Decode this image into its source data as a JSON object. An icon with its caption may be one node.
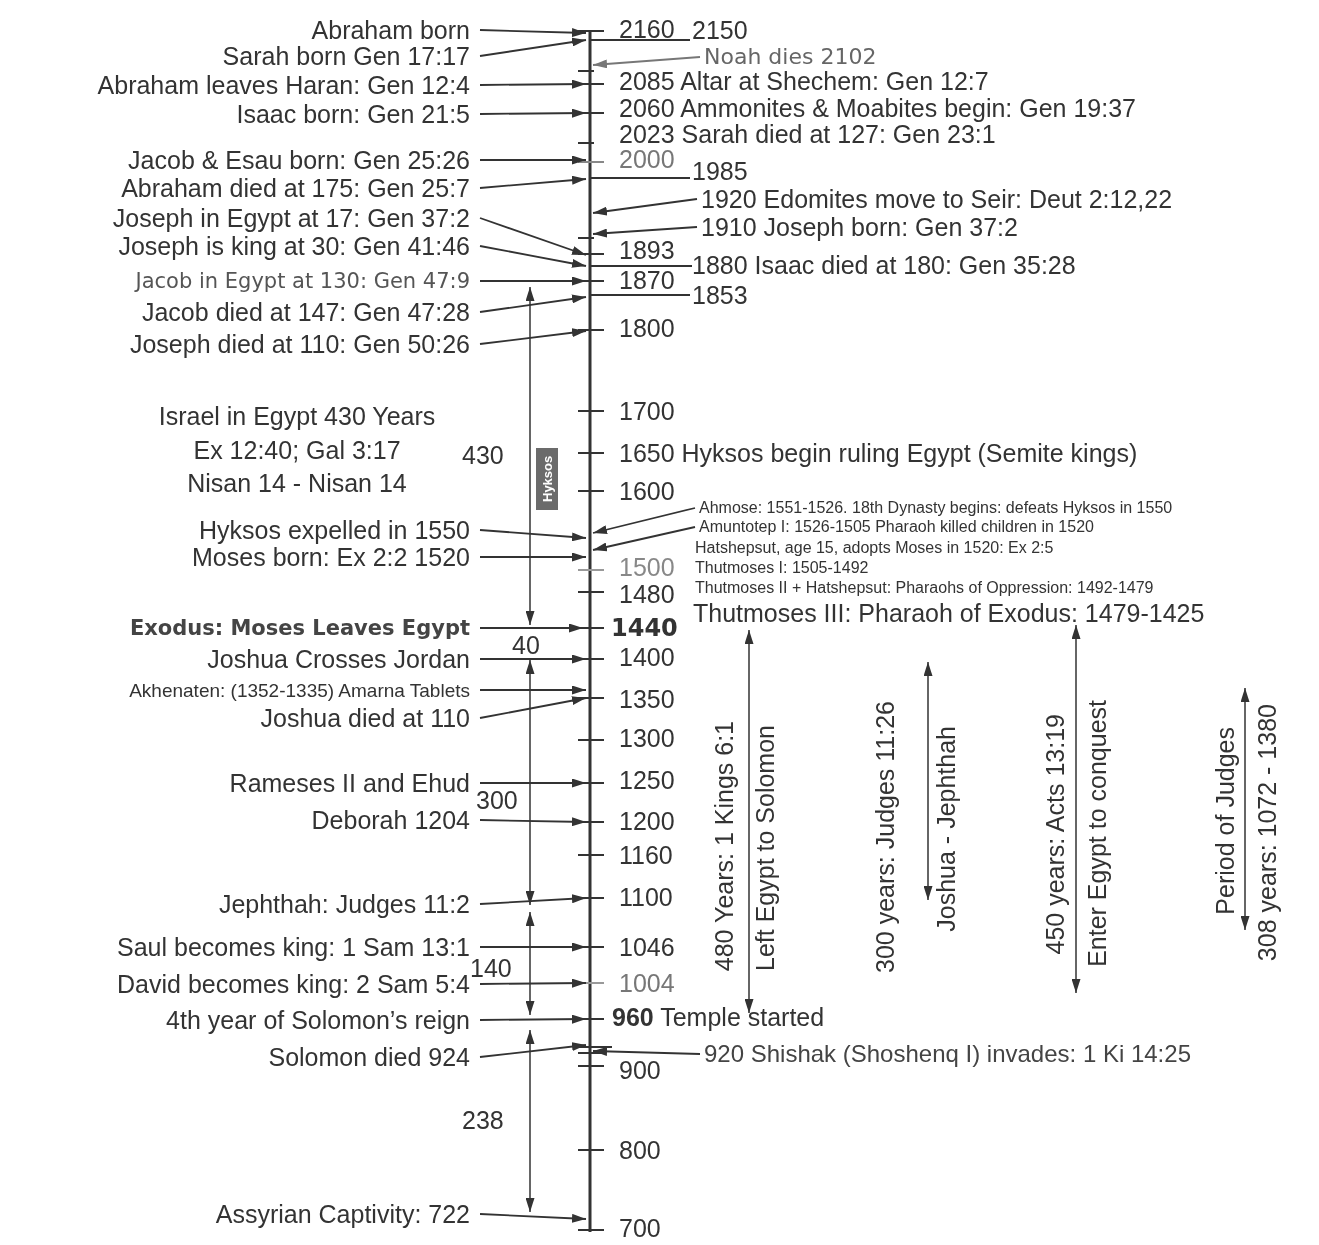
{
  "diagram": {
    "nodes": [
      {
        "text": [
          "Abraham born"
        ]
      },
      {
        "text": [
          "Sarah born Gen 17:17"
        ]
      },
      {
        "text": [
          "Abraham leaves Haran: Gen 12:4"
        ]
      },
      {
        "text": [
          "Isaac born: Gen 21:5"
        ]
      },
      {
        "text": [
          "Jacob & Esau born: Gen 25:26"
        ]
      },
      {
        "text": [
          "Abraham died at 175: Gen 25:7"
        ]
      },
      {
        "text": [
          "Joseph in Egypt at 17: Gen 37:2"
        ]
      },
      {
        "text": [
          "Joseph is king at 30: Gen 41:46"
        ]
      },
      {
        "text": [
          "Jacob in Egypt at 130: Gen 47:9"
        ]
      },
      {
        "text": [
          "Jacob died at 147: Gen 47:28"
        ]
      },
      {
        "text": [
          "Joseph died at 110: Gen 50:26"
        ]
      },
      {
        "text": [
          "Hyksos expelled in 1550"
        ]
      },
      {
        "text": [
          "Moses born: Ex 2:2 1520"
        ]
      },
      {
        "text": [
          "Exodus: Moses Leaves Egypt"
        ]
      },
      {
        "text": [
          "Joshua Crosses Jordan"
        ]
      },
      {
        "text": [
          "Akhenaten: (1352-1335) Amarna Tablets"
        ]
      },
      {
        "text": [
          "Joshua died at 110"
        ]
      },
      {
        "text": [
          "Rameses II and Ehud"
        ]
      },
      {
        "text": [
          "Deborah 1204"
        ]
      },
      {
        "text": [
          "Jephthah: Judges 11:2"
        ]
      },
      {
        "text": [
          "Saul becomes king: 1 Sam 13:1"
        ]
      },
      {
        "text": [
          "David becomes king: 2 Sam 5:4"
        ]
      },
      {
        "text": [
          "4th year of Solomon’s reign"
        ]
      },
      {
        "text": [
          "Solomon died 924"
        ]
      },
      {
        "text": [
          "Assyrian Captivity: 722"
        ]
      },
      {
        "text": [
          "Noah dies 2102"
        ]
      },
      {
        "text": [
          "1920 Edomites move to Seir: Deut 2:12,22"
        ]
      },
      {
        "text": [
          "1910 Joseph born: Gen 37:2"
        ]
      },
      {
        "text": [
          "Ahmose: 1551-1526. 18th Dynasty begins: defeats Hyksos in 1550"
        ]
      },
      {
        "text": [
          "Amuntotep I: 1526-1505 Pharaoh killed children in 1520"
        ]
      },
      {
        "text": [
          "920 Shishak (Shoshenq I) invades: 1 Ki 14:25"
        ]
      },
      {
        "text": [
          "Hyksos"
        ]
      }
    ],
    "edges": [
      {
        "from": 0,
        "to": null,
        "arrow": "to"
      },
      {
        "from": 1,
        "to": null,
        "arrow": "to"
      },
      {
        "from": 2,
        "to": null,
        "arrow": "to"
      },
      {
        "from": 3,
        "to": null,
        "arrow": "to"
      },
      {
        "from": 4,
        "to": null,
        "arrow": "to"
      },
      {
        "from": 5,
        "to": null,
        "arrow": "to"
      },
      {
        "from": 6,
        "to": null,
        "arrow": "to"
      },
      {
        "from": 7,
        "to": null,
        "arrow": "to"
      },
      {
        "from": 8,
        "to": null,
        "arrow": "to"
      },
      {
        "from": 9,
        "to": null,
        "arrow": "to"
      },
      {
        "from": 10,
        "to": null,
        "arrow": "to"
      },
      {
        "from": 11,
        "to": null,
        "arrow": "to"
      },
      {
        "from": 12,
        "to": null,
        "arrow": "to"
      },
      {
        "from": 13,
        "to": null,
        "arrow": "to"
      },
      {
        "from": 14,
        "to": null,
        "arrow": "to"
      },
      {
        "from": 15,
        "to": null,
        "arrow": "to"
      },
      {
        "from": 16,
        "to": null,
        "arrow": "to"
      },
      {
        "from": 17,
        "to": null,
        "arrow": "to"
      },
      {
        "from": 18,
        "to": null,
        "arrow": "to"
      },
      {
        "from": 19,
        "to": null,
        "arrow": "to"
      },
      {
        "from": 20,
        "to": null,
        "arrow": "to"
      },
      {
        "from": 21,
        "to": null,
        "arrow": "to"
      },
      {
        "from": 22,
        "to": null,
        "arrow": "to"
      },
      {
        "from": 23,
        "to": null,
        "arrow": "to"
      },
      {
        "from": 24,
        "to": null,
        "arrow": "to"
      },
      {
        "from": 25,
        "to": null,
        "arrow": "to",
        "color": "#777777"
      },
      {
        "from": 26,
        "to": null,
        "arrow": "to"
      },
      {
        "from": 27,
        "to": null,
        "arrow": "to"
      },
      {
        "from": 28,
        "to": null,
        "arrow": "to"
      },
      {
        "from": 29,
        "to": null,
        "arrow": "to"
      },
      {
        "from": 30,
        "to": null,
        "arrow": "to"
      }
    ],
    "labels": [
      "2160",
      "2150",
      "2085 Altar at Shechem: Gen 12:7",
      "2060 Ammonites & Moabites begin: Gen 19:37",
      "2023 Sarah died at 127: Gen 23:1",
      "2000",
      "1985",
      "1893",
      "1880 Isaac died at 180: Gen 35:28",
      "1870",
      "1853",
      "1800",
      "1700",
      "Israel in Egypt 430 Years",
      "Ex 12:40; Gal 3:17",
      "430",
      "1650 Hyksos begin ruling Egypt (Semite kings)",
      "Nisan 14 - Nisan 14",
      "1600",
      "Hatshepsut, age 15, adopts Moses in 1520: Ex 2:5",
      "1500",
      "Thutmoses I: 1505-1492",
      "1480",
      "Thutmoses II + Hatshepsut: Pharaohs of Oppression: 1492-1479",
      "1440",
      "Thutmoses III: Pharaoh of Exodus: 1479-1425",
      "40",
      "1400",
      "1350",
      "1300",
      "1250",
      "300",
      "1200",
      "1160",
      "1100",
      "1046",
      "140",
      "1004",
      "**960** Temple started",
      "900",
      "238",
      "800",
      "700",
      "480 Years: 1 Kings 6:1",
      "Left Egypt to Solomon",
      "300 years: Judges 11:26",
      "Joshua - Jephthah",
      "450 years: Acts 13:19",
      "Enter Egypt to conquest",
      "Period of Judges",
      "308 years: 1072 - 1380"
    ]
  }
}
